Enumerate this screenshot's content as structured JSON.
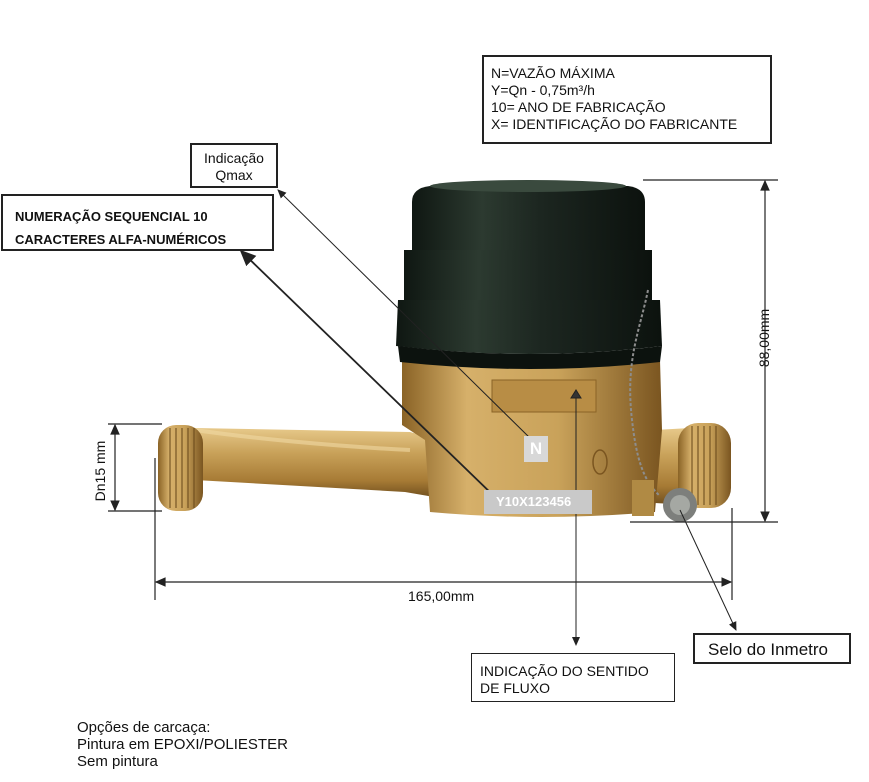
{
  "legend": {
    "line1": "N=VAZÃO MÁXIMA",
    "line2": "Y=Qn - 0,75m³/h",
    "line3": "10= ANO DE FABRICAÇÃO",
    "line4": "X= IDENTIFICAÇÃO DO FABRICANTE"
  },
  "qmax_label": {
    "line1": "Indicação",
    "line2": "Qmax"
  },
  "sequence_label": {
    "line1": "NUMERAÇÃO SEQUENCIAL 10",
    "line2": "CARACTERES ALFA-NUMÉRICOS"
  },
  "seal_label": "Selo do Inmetro",
  "flow_label": {
    "line1": "INDICAÇÃO DO SENTIDO",
    "line2": "DE FLUXO"
  },
  "dimensions": {
    "length": "165,00mm",
    "height": "88,00mm",
    "diameter": "Dn15 mm"
  },
  "meter_marks": {
    "n_mark": "N",
    "serial": "Y10X123456"
  },
  "options": {
    "title": "Opções de carcaça:",
    "option1": "Pintura em EPOXI/POLIESTER",
    "option2": "Sem pintura"
  },
  "colors": {
    "brass": "#c9a25a",
    "brass_dark": "#8a6326",
    "cap": "#1f2a22"
  }
}
